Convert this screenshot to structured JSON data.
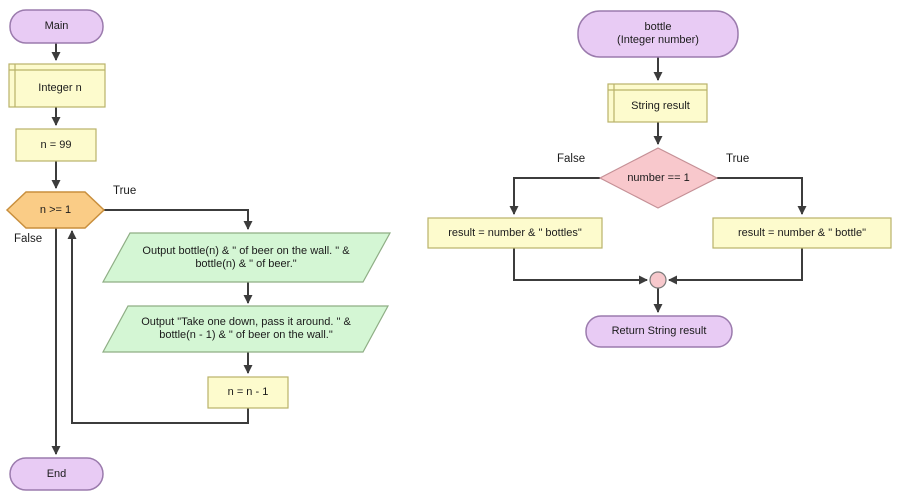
{
  "colors": {
    "line": "#3C3C3C",
    "terminal_fill": "#E8CBF4",
    "terminal_border": "#9B7BAD",
    "process_fill": "#FDFBCD",
    "process_border": "#B9B269",
    "loop_fill": "#FACC86",
    "loop_border": "#C98F3D",
    "io_fill": "#D4F6D4",
    "io_border": "#8FAE85",
    "decision_fill": "#F8C8CC",
    "decision_border": "#C59096",
    "merge_fill": "#F7C8CC",
    "merge_border": "#7A7A7A"
  },
  "left_chart": {
    "start_label": "Main",
    "declaration_label": "Integer n",
    "init_label": "n = 99",
    "loop_condition_label": "n >= 1",
    "true_label": "True",
    "false_label": "False",
    "output1_line1": "Output bottle(n) & \" of beer on the wall. \" &",
    "output1_line2": "bottle(n) & \" of beer.\"",
    "output2_line1": "Output \"Take one down, pass it around. \" &",
    "output2_line2": "bottle(n - 1) & \" of beer on the wall.\"",
    "decrement_label": "n = n - 1",
    "end_label": "End"
  },
  "right_chart": {
    "start_line1": "bottle",
    "start_line2": "(Integer number)",
    "declaration_label": "String result",
    "condition_label": "number == 1",
    "false_label": "False",
    "true_label": "True",
    "false_result_label": "result = number & \" bottles\"",
    "true_result_label": "result = number & \" bottle\"",
    "return_label": "Return String result"
  }
}
